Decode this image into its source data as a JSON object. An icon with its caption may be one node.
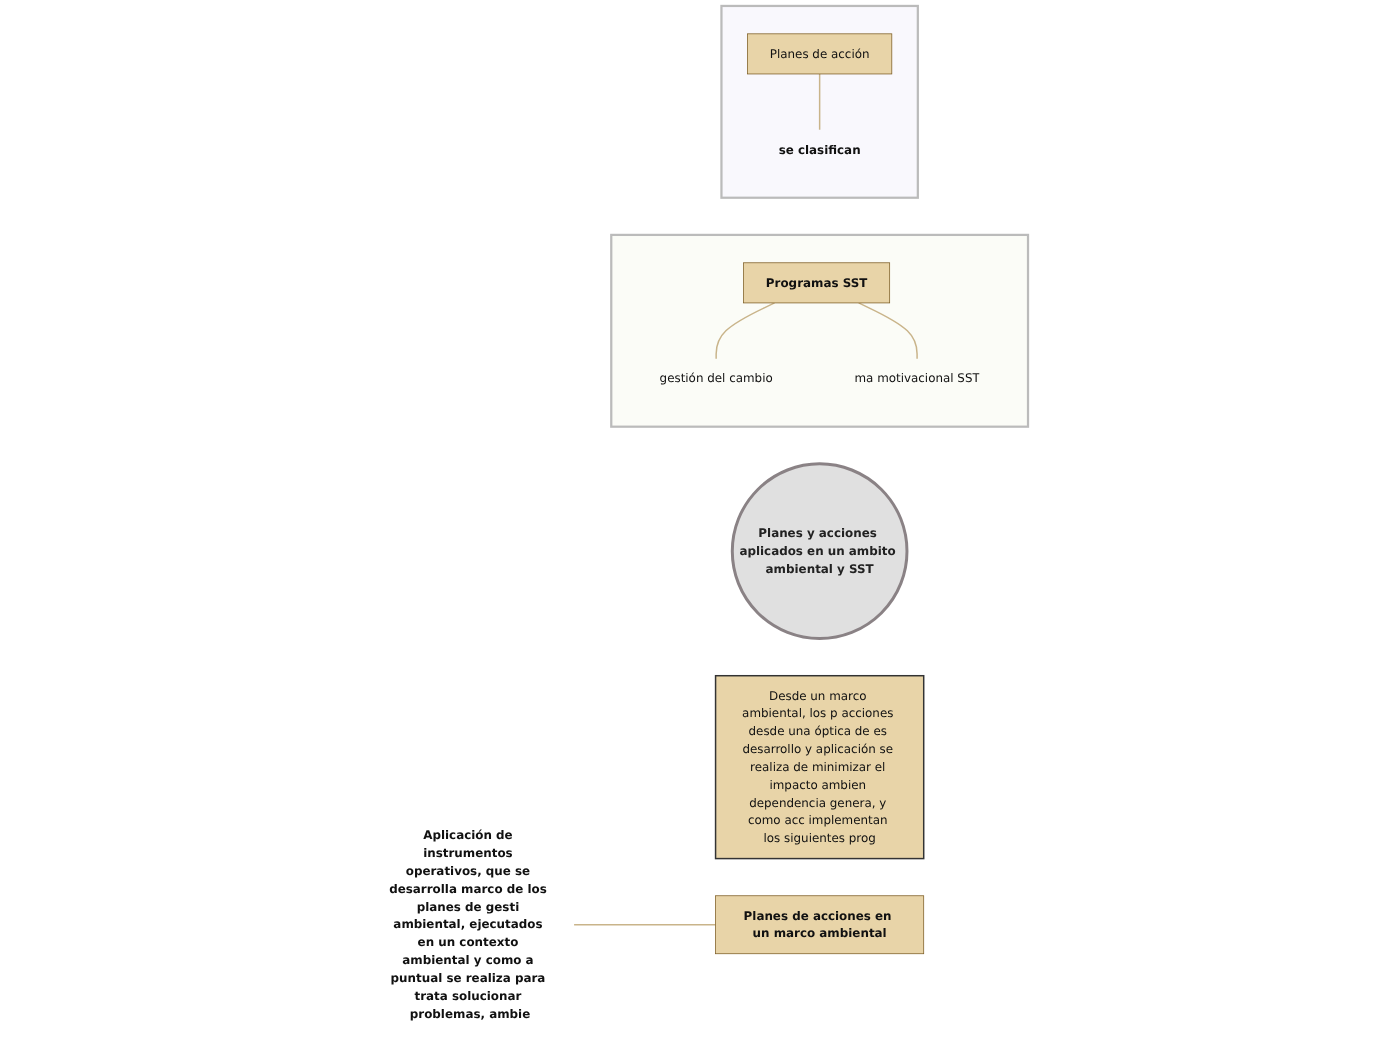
{
  "diagram": {
    "nodes": [
      {
        "text": [],
        "shape": "box"
      },
      {
        "text": [
          "Programas SST"
        ],
        "in": 0
      },
      {
        "text": [
          "gestión del cambio"
        ],
        "in": 0
      },
      {
        "text": [
          "ma motivacional SST"
        ],
        "in": 0
      },
      {
        "text": [],
        "shape": "box"
      },
      {
        "text": [
          "Planes de acción"
        ],
        "in": 4
      },
      {
        "text": [
          "se clasifican"
        ],
        "in": 4
      },
      {
        "text": [
          "Planes y acciones aplicados en un ambito ambiental y SST"
        ]
      },
      {
        "text": [
          "Desde un marco ambiental, los p acciones desde una óptica de es desarrollo y aplicación se realiza de minimizar el impacto ambien dependencia genera, y como acc implementan los siguientes prog"
        ]
      },
      {
        "text": [
          "Planes de acciones en un marco ambiental"
        ]
      },
      {
        "text": [
          "Aplicación de instrumentos operativos, que se desarrolla marco de los planes de gesti ambiental, ejecutados en un contexto ambiental y como a puntual se realiza para trata solucionar problemas, ambie"
        ]
      }
    ],
    "edges": [
      {
        "from": 1,
        "to": 2,
        "arrow": "none"
      },
      {
        "from": 1,
        "to": 3,
        "arrow": "none"
      },
      {
        "from": 5,
        "to": 6,
        "arrow": "none"
      },
      {
        "from": 9,
        "to": 10,
        "arrow": "none"
      }
    ]
  }
}
